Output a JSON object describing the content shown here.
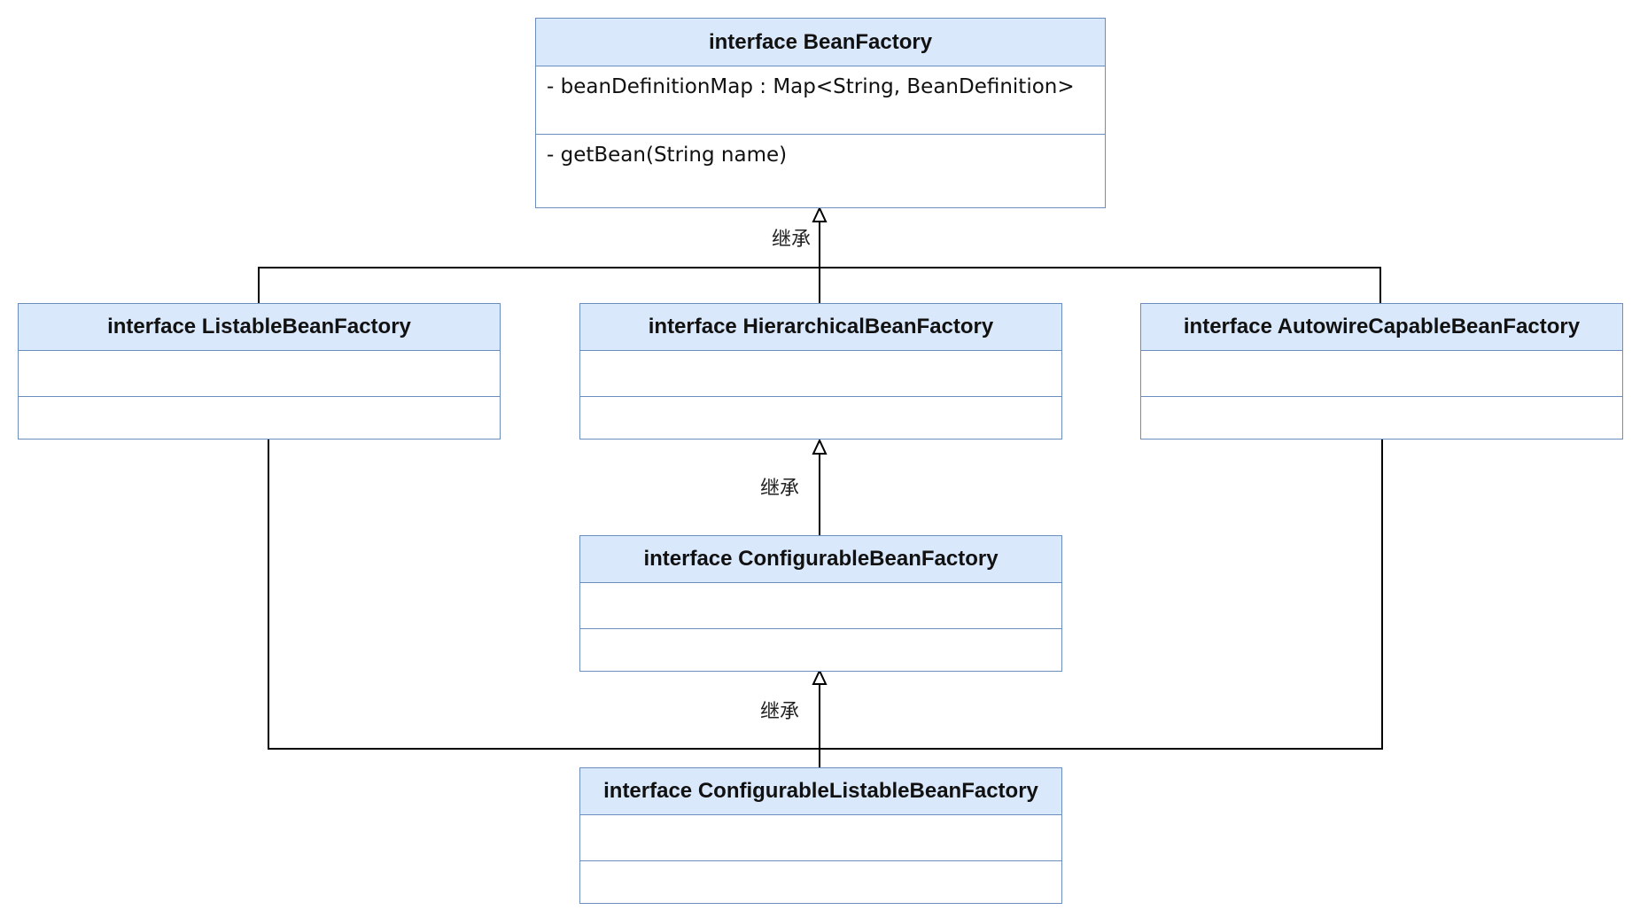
{
  "diagram": {
    "stroke_color": "#000000",
    "box_border_color": "#6c8ebf",
    "box_header_fill": "#dae8fc",
    "nodes": {
      "bean_factory": {
        "title": "interface BeanFactory",
        "attribute": "- beanDefinitionMap : Map<String, BeanDefinition>",
        "method": "- getBean(String name)"
      },
      "listable_bean_factory": {
        "title": "interface ListableBeanFactory"
      },
      "hierarchical_bean_factory": {
        "title": "interface HierarchicalBeanFactory"
      },
      "autowire_capable_bean_factory": {
        "title": "interface AutowireCapableBeanFactory"
      },
      "configurable_bean_factory": {
        "title": "interface ConfigurableBeanFactory"
      },
      "configurable_listable_bean_factory": {
        "title": "interface ConfigurableListableBeanFactory"
      }
    },
    "edges": {
      "inherit_top": {
        "label": "继承",
        "type": "inheritance"
      },
      "inherit_middle": {
        "label": "继承",
        "type": "inheritance"
      },
      "inherit_bottom": {
        "label": "继承",
        "type": "inheritance"
      }
    }
  }
}
